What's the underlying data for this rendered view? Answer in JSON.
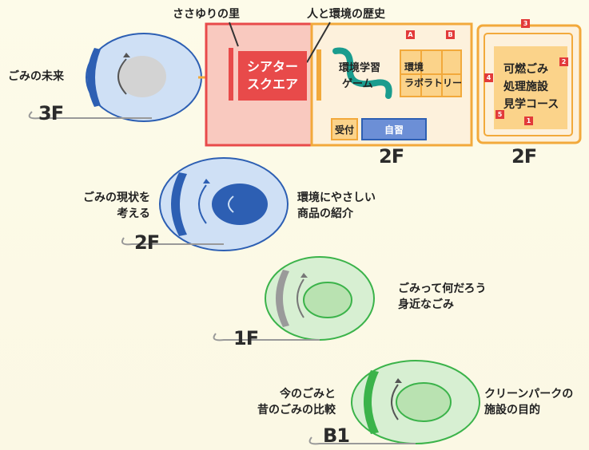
{
  "colors": {
    "orange": "#f2a93b",
    "red": "#e84a4a",
    "blue": "#2d5fb3",
    "lightblue": "#cfe0f5",
    "green": "#3bb34a",
    "lightgreen": "#d7efd2",
    "pink": "#f9c9bf"
  },
  "top": {
    "floor3_label": "3F",
    "gomi_mirai": "ごみの未来",
    "sasayuri": "ささゆりの里",
    "hito_kankyo": "人と環境の歴史",
    "theater_line1": "シアター",
    "theater_line2": "スクエア",
    "game_line1": "環境学習",
    "game_line2": "ゲーム",
    "lab_line1": "環境",
    "lab_line2": "ラボラトリー",
    "uketsuke": "受付",
    "center_room": "自習",
    "floor2a_label": "2F",
    "floor2b_label": "2F",
    "tour_line1": "可燃ごみ",
    "tour_line2": "処理施設",
    "tour_line3": "見学コース",
    "markers": [
      "A",
      "B",
      "3",
      "2",
      "4",
      "5",
      "1"
    ]
  },
  "level2": {
    "left_line1": "ごみの現状を",
    "left_line2": "考える",
    "right_line1": "環境にやさしい",
    "right_line2": "商品の紹介",
    "floor": "2F"
  },
  "level1": {
    "line1": "ごみって何だろう",
    "line2": "身近なごみ",
    "floor": "1F"
  },
  "levelB1": {
    "left_line1": "今のごみと",
    "left_line2": "昔のごみの比較",
    "right_line1": "クリーンパークの",
    "right_line2": "施設の目的",
    "floor": "B1"
  }
}
